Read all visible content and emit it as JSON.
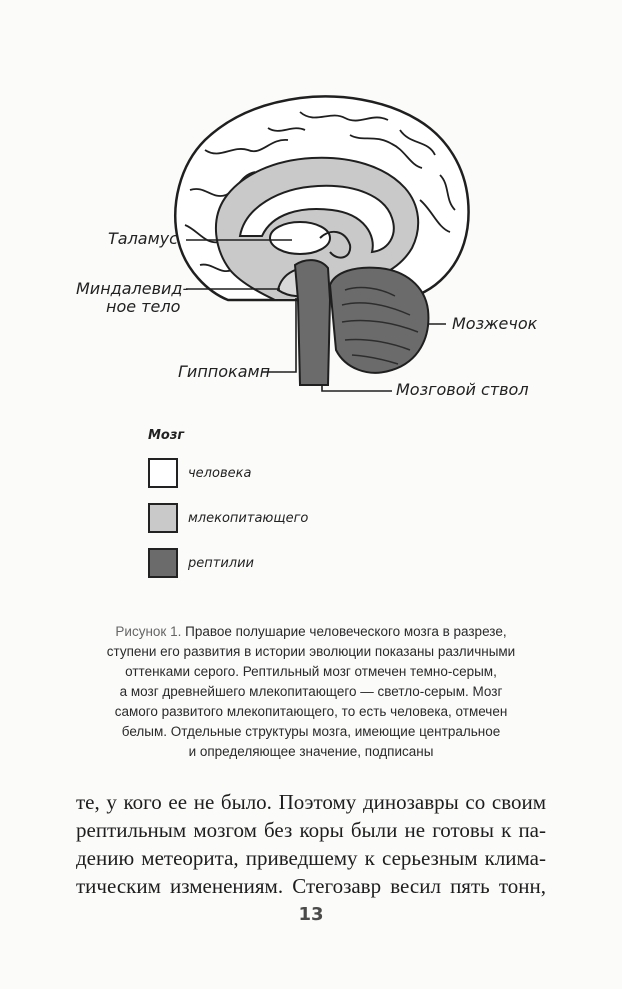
{
  "figure": {
    "labels": {
      "thalamus": "Таламус",
      "amygdala_line1": "Миндалевид-",
      "amygdala_line2": "ное тело",
      "hippocampus": "Гиппокамп",
      "cerebellum": "Мозжечок",
      "brainstem": "Мозговой ствол"
    },
    "colors": {
      "human": "#ffffff",
      "mammal": "#c9c9c9",
      "reptile": "#6b6b6b",
      "outline": "#1f1f1f"
    }
  },
  "legend": {
    "title": "Мозг",
    "items": [
      {
        "label": "человека",
        "color": "#ffffff"
      },
      {
        "label": "млекопитающего",
        "color": "#c9c9c9"
      },
      {
        "label": "рептилии",
        "color": "#6b6b6b"
      }
    ]
  },
  "caption": {
    "lead": "Рисунок 1.",
    "lines": [
      "Правое полушарие человеческого мозга в разрезе,",
      "ступени его развития в истории эволюции показаны различными",
      "оттенками серого. Рептильный мозг отмечен темно-серым,",
      "а мозг древнейшего млекопитающего — светло-серым. Мозг",
      "самого развитого млекопитающего, то есть человека, отмечен",
      "белым. Отдельные структуры мозга, имеющие центральное",
      "и определяющее значение, подписаны"
    ]
  },
  "body": {
    "lines": [
      "те, у кого ее не было. Поэтому динозавры со своим",
      "рептильным мозгом без коры были не готовы к па-",
      "дению метеорита, приведшему к серьезным клима-",
      "тическим изменениям. Стегозавр весил пять тонн,"
    ]
  },
  "page_number": "13"
}
